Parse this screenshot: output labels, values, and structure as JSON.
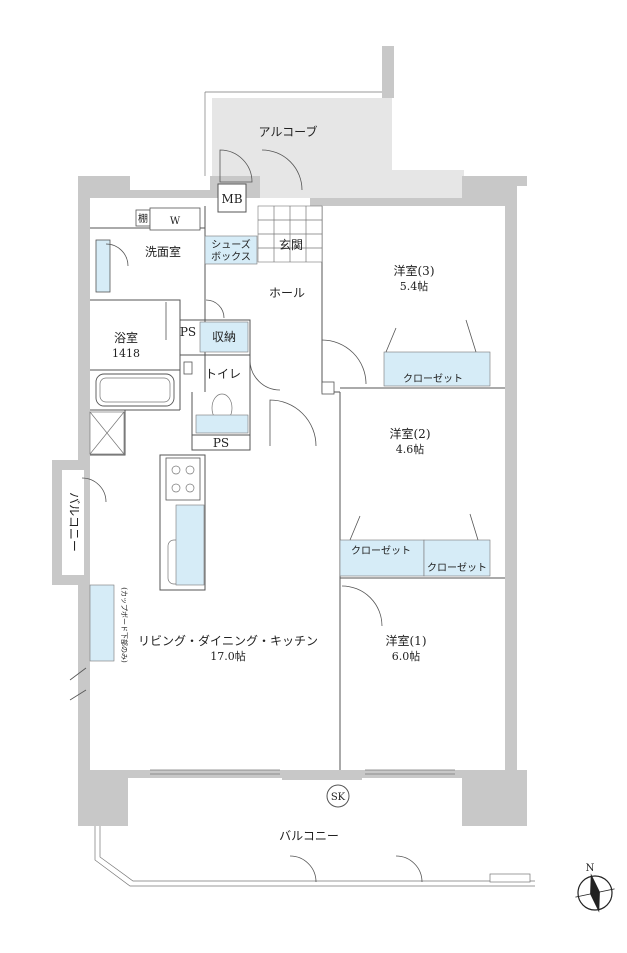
{
  "rooms": {
    "alcove": "アルコーブ",
    "mb": "MB",
    "shelf": "棚",
    "washer": "W",
    "washroom": "洗面室",
    "shoebox_line1": "シューズ",
    "shoebox_line2": "ボックス",
    "entrance": "玄関",
    "hall": "ホール",
    "ps_upper": "PS",
    "storage": "収納",
    "bath": "浴室",
    "bath_size": "1418",
    "toilet": "トイレ",
    "ps_lower": "PS",
    "room3": "洋室(3)",
    "room3_area": "5.4帖",
    "closet3": "クローゼット",
    "room2": "洋室(2)",
    "room2_area": "4.6帖",
    "closet2a": "クローゼット",
    "closet2b": "クローゼット",
    "room1": "洋室(1)",
    "room1_area": "6.0帖",
    "ldk": "リビング・ダイニング・キッチン",
    "ldk_area": "17.0帖",
    "cupboard_note": "(カップボード下部のみ)",
    "balcony_side": "バルコニー",
    "balcony_main": "バルコニー",
    "sk": "SK"
  },
  "compass": {
    "north": "N"
  },
  "colors": {
    "wall": "#c8c8c8",
    "closet": "#d6ecf7",
    "line": "#555555"
  }
}
